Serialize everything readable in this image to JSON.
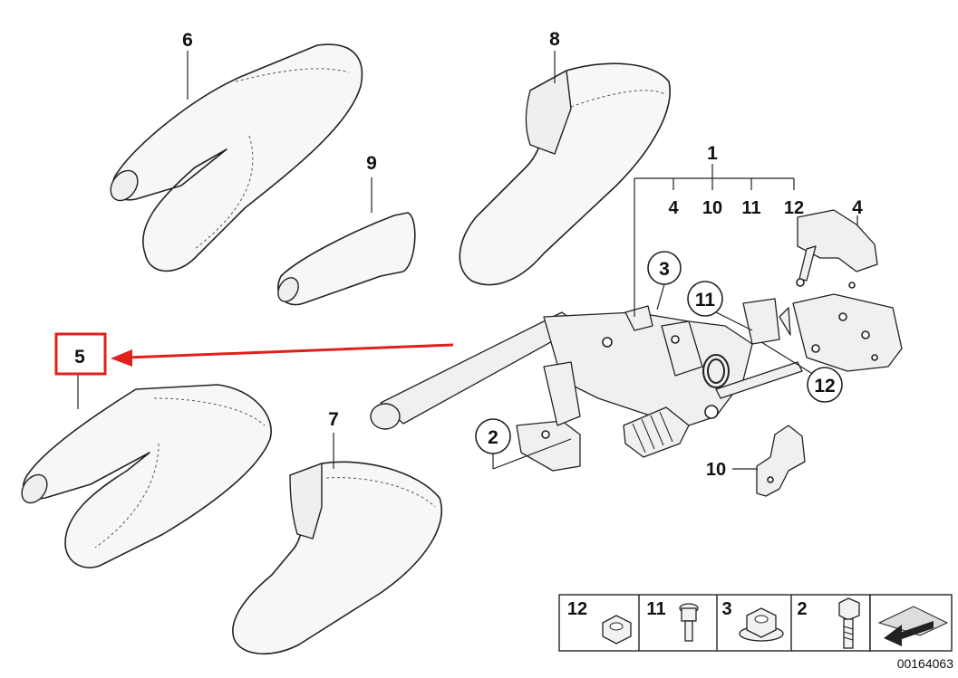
{
  "callouts": {
    "c1": "1",
    "c2": "2",
    "c3": "3",
    "c4a": "4",
    "c4b": "4",
    "c5": "5",
    "c6": "6",
    "c7": "7",
    "c8": "8",
    "c9": "9",
    "c10a": "10",
    "c10b": "10",
    "c11a": "11",
    "c11b": "11",
    "c12a": "12",
    "c12b": "12"
  },
  "legend": {
    "items": [
      "12",
      "11",
      "3",
      "2"
    ]
  },
  "diagram_code": "00164063",
  "colors": {
    "highlight": "#e0201b",
    "line": "#222222"
  }
}
